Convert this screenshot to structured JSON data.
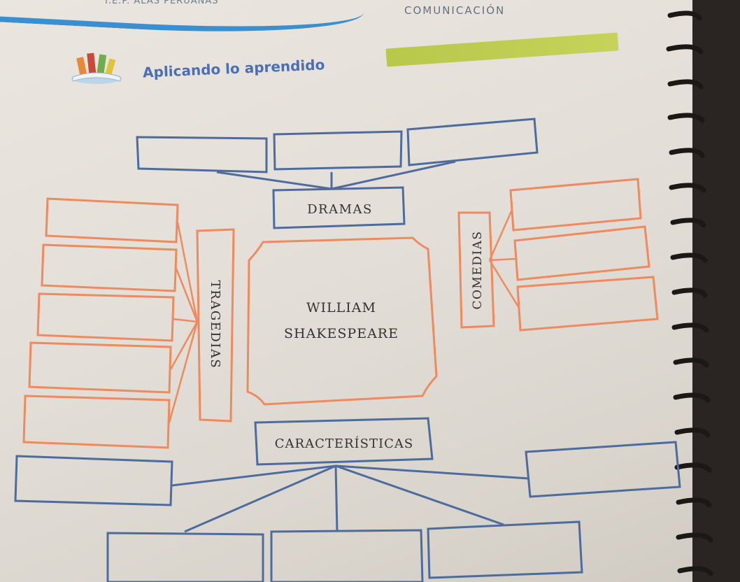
{
  "header": {
    "publisher": "I.E.P. ALAS PERUANAS",
    "subject": "COMUNICACIÓN",
    "section_title": "Aplicando lo aprendido",
    "accent_color": "#c0cf52"
  },
  "diagram": {
    "center_line1": "WILLIAM",
    "center_line2": "SHAKESPEARE",
    "dramas_label": "DRAMAS",
    "tragedias_label": "TRAGEDIAS",
    "comedias_label": "COMEDIAS",
    "caracteristicas_label": "CARACTERÍSTICAS",
    "colors": {
      "blue": "#4d6c9e",
      "orange": "#ee8a5e"
    },
    "dramas_boxes": [
      "",
      "",
      ""
    ],
    "tragedias_boxes": [
      "",
      "",
      "",
      "",
      ""
    ],
    "comedias_boxes": [
      "",
      "",
      ""
    ],
    "caracteristicas_boxes": [
      "",
      "",
      "",
      "",
      ""
    ]
  }
}
